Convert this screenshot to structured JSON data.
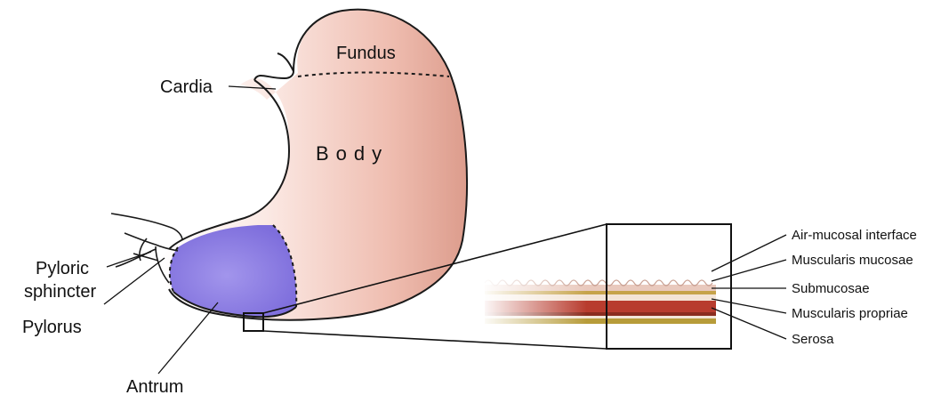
{
  "diagram": {
    "labels": {
      "fundus": "Fundus",
      "cardia": "Cardia",
      "body": "Body",
      "pyloric_sphincter_line1": "Pyloric",
      "pyloric_sphincter_line2": "sphincter",
      "pylorus": "Pylorus",
      "antrum": "Antrum"
    },
    "layers": [
      "Air-mucosal interface",
      "Muscularis mucosae",
      "Submucosae",
      "Muscularis propriae",
      "Serosa"
    ]
  },
  "colors": {
    "stomach_fill": "#e9b4a6",
    "antrum_fill": "#8d7ee3",
    "mucosa": "#d49a86",
    "muscularis_mucosae": "#c6a34a",
    "submucosa": "#b83c2e",
    "muscularis_propria": "#8a2c1f",
    "serosa": "#b79c3a"
  }
}
